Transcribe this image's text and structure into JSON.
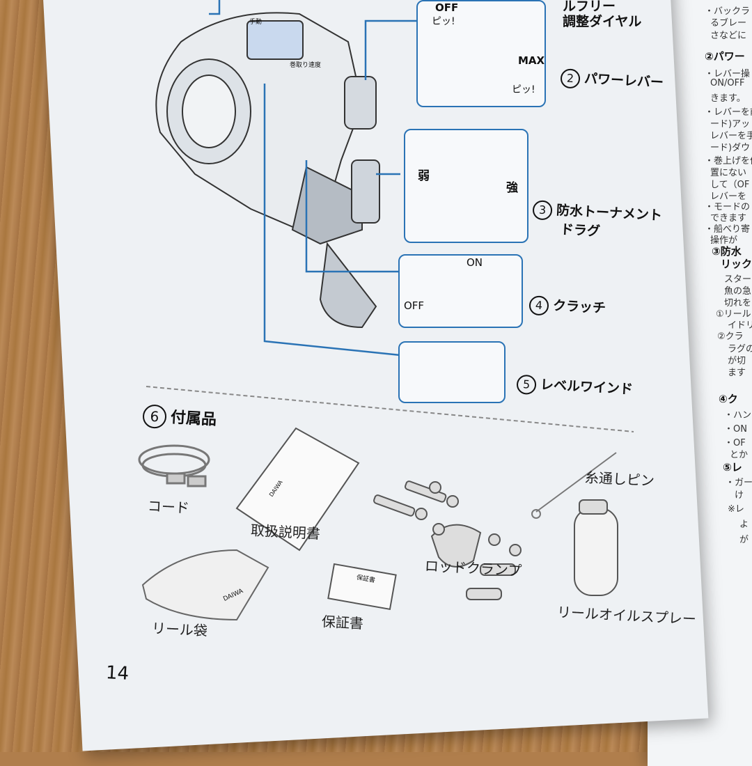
{
  "header_callout": {
    "line1": "ルフリー",
    "line2": "調整ダイヤル"
  },
  "reel_labels": {
    "display_left": "手動",
    "display_right": "巻取り速度"
  },
  "power_lever": {
    "num": "2",
    "label": "パワーレバー",
    "off": "OFF",
    "max": "MAX",
    "beep1": "ピッ!",
    "beep2": "ピッ!"
  },
  "drag": {
    "num": "3",
    "label1": "防水トーナメント",
    "label2": "ドラグ",
    "weak": "弱",
    "strong": "強"
  },
  "clutch": {
    "num": "4",
    "label": "クラッチ",
    "on": "ON",
    "off": "OFF"
  },
  "levelwind": {
    "num": "5",
    "label": "レベルワインド"
  },
  "accessories": {
    "num": "6",
    "title": "付属品",
    "items": {
      "cord": "コード",
      "manual": "取扱説明書",
      "rod_clamp": "ロッドクランプ",
      "threading_pin": "糸通しピン",
      "reel_bag": "リール袋",
      "warranty": "保証書",
      "oil_spray": "リールオイルスプレー"
    },
    "manual_logo": "DAIWA",
    "bag_logo": "DAIWA",
    "warranty_stamp": "保証書"
  },
  "page_number": "14",
  "right_page": {
    "lines": [
      "・バックラ",
      "るブレー",
      "さなどに",
      "②パワー",
      "・レバー操",
      "ON/OFF",
      "きます。",
      "・レバーを前",
      "ード)アッ",
      "レバーを手",
      "ード)ダウ",
      "・巻上げを停",
      "置にない",
      "して（OF",
      "レバーを",
      "・モードの",
      "できます",
      "・船べり寄",
      "操作が",
      "③防水",
      "リック",
      "スター",
      "魚の急",
      "切れを",
      "①リール",
      "イドリ",
      "②クラ",
      "ラグの",
      "が切",
      "ます",
      "④ク",
      "・ハン",
      "・ON",
      "・OF",
      "とか",
      "⑤レ",
      "・ガー",
      "け",
      "※レ",
      "よ",
      "が"
    ]
  }
}
